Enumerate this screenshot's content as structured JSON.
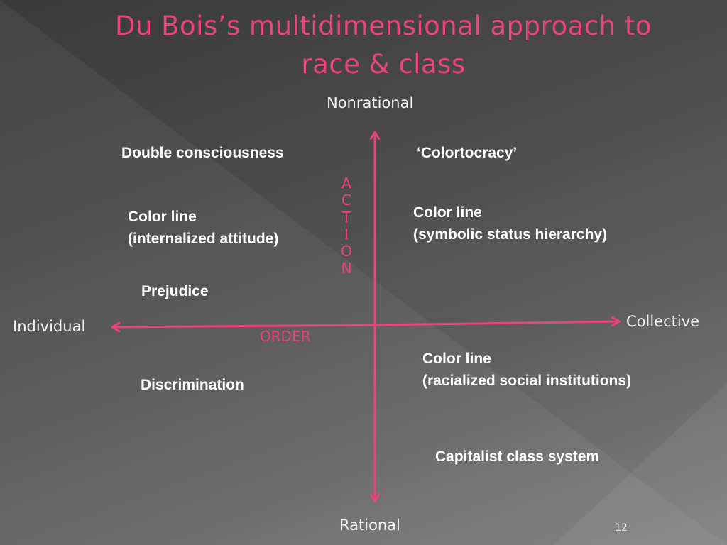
{
  "slide": {
    "title_lines": [
      "Du Bois’s multidimensional approach to",
      "race & class"
    ],
    "page_number": "12"
  },
  "axes": {
    "top": "Nonrational",
    "bottom": "Rational",
    "left": "Individual",
    "right": "Collective",
    "vertical_label_letters": [
      "A",
      "C",
      "T",
      "I",
      "O",
      "N"
    ],
    "horizontal_label": "ORDER",
    "axis_color": "#e8457f"
  },
  "items": {
    "double_consciousness": "Double consciousness",
    "colortocracy": "‘Colortocracy’",
    "color_line_internal": [
      "Color line",
      "(internalized attitude)"
    ],
    "color_line_symbolic": [
      "Color line",
      "(symbolic status hierarchy)"
    ],
    "prejudice": "Prejudice",
    "color_line_institutions": [
      "Color line",
      "(racialized social institutions)"
    ],
    "discrimination": "Discrimination",
    "capitalist": "Capitalist class system"
  },
  "colors": {
    "accent": "#e8457f",
    "text": "#ffffff"
  }
}
